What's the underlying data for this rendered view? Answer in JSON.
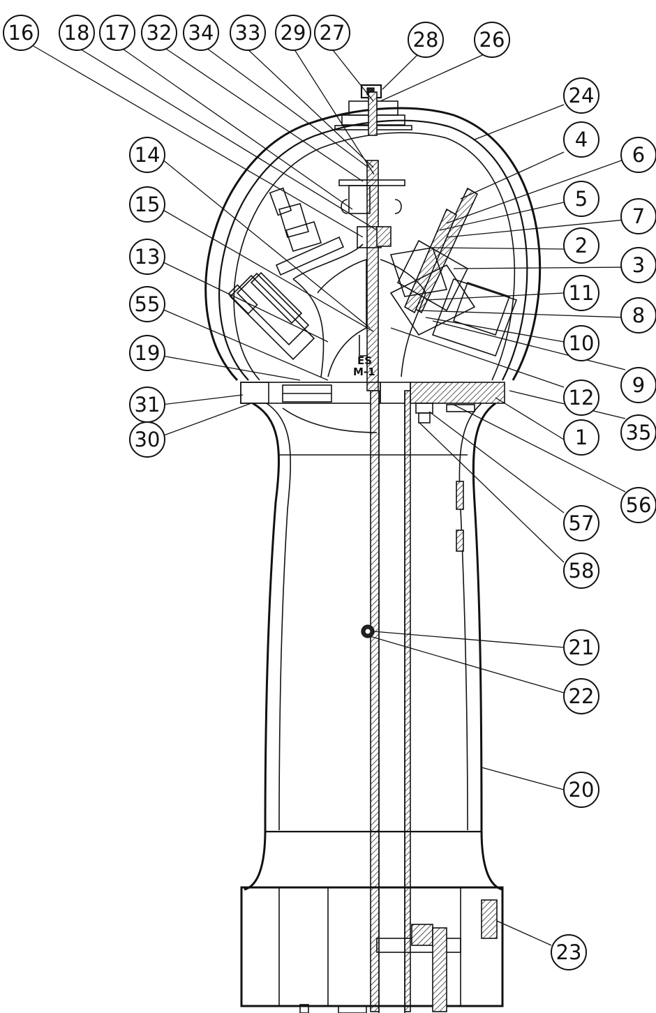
{
  "diagram": {
    "stamp_lines": [
      "ES",
      "M-1"
    ],
    "callouts": [
      {
        "id": "c16",
        "label": "16"
      },
      {
        "id": "c18",
        "label": "18"
      },
      {
        "id": "c17",
        "label": "17"
      },
      {
        "id": "c32",
        "label": "32"
      },
      {
        "id": "c34",
        "label": "34"
      },
      {
        "id": "c33",
        "label": "33"
      },
      {
        "id": "c29",
        "label": "29"
      },
      {
        "id": "c27",
        "label": "27"
      },
      {
        "id": "c28",
        "label": "28"
      },
      {
        "id": "c26",
        "label": "26"
      },
      {
        "id": "c24",
        "label": "24"
      },
      {
        "id": "c4",
        "label": "4"
      },
      {
        "id": "c6",
        "label": "6"
      },
      {
        "id": "c5",
        "label": "5"
      },
      {
        "id": "c7",
        "label": "7"
      },
      {
        "id": "c2",
        "label": "2"
      },
      {
        "id": "c3",
        "label": "3"
      },
      {
        "id": "c11",
        "label": "11"
      },
      {
        "id": "c8",
        "label": "8"
      },
      {
        "id": "c10",
        "label": "10"
      },
      {
        "id": "c9",
        "label": "9"
      },
      {
        "id": "c12",
        "label": "12"
      },
      {
        "id": "c35",
        "label": "35"
      },
      {
        "id": "c1",
        "label": "1"
      },
      {
        "id": "c56",
        "label": "56"
      },
      {
        "id": "c57",
        "label": "57"
      },
      {
        "id": "c58",
        "label": "58"
      },
      {
        "id": "c14",
        "label": "14"
      },
      {
        "id": "c15",
        "label": "15"
      },
      {
        "id": "c13",
        "label": "13"
      },
      {
        "id": "c55",
        "label": "55"
      },
      {
        "id": "c19",
        "label": "19"
      },
      {
        "id": "c31",
        "label": "31"
      },
      {
        "id": "c30",
        "label": "30"
      },
      {
        "id": "c21",
        "label": "21"
      },
      {
        "id": "c22",
        "label": "22"
      },
      {
        "id": "c20",
        "label": "20"
      },
      {
        "id": "c23",
        "label": "23"
      }
    ]
  }
}
